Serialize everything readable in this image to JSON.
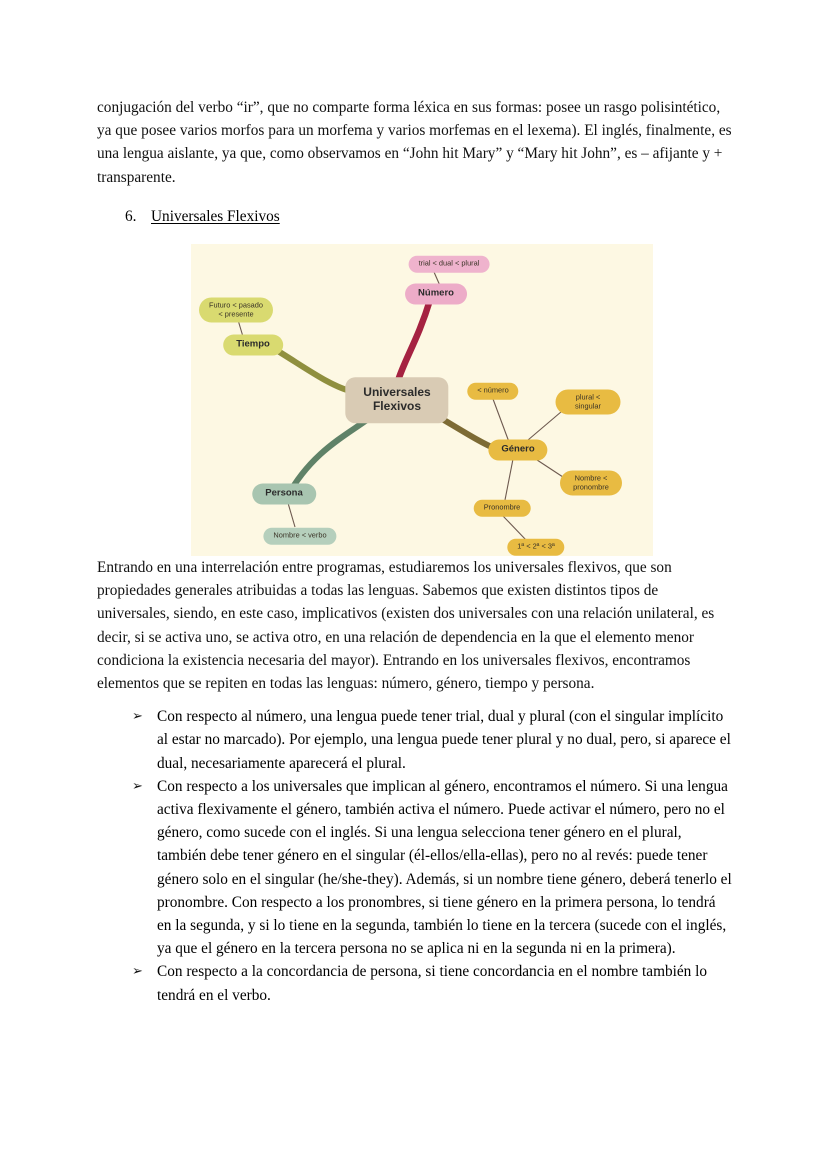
{
  "document": {
    "paragraph_1": "conjugación del verbo “ir”, que no comparte forma léxica en sus formas: posee un rasgo polisintético, ya que posee varios morfos para un morfema y varios morfemas en el lexema). El inglés, finalmente, es una lengua aislante, ya que, como observamos en “John hit Mary” y “Mary hit John”, es – afijante y + transparente.",
    "heading": {
      "number": "6.",
      "text": "Universales Flexivos"
    },
    "paragraph_2": "Entrando en una interrelación entre programas, estudiaremos los universales flexivos, que son propiedades generales atribuidas a todas las lenguas. Sabemos que existen distintos tipos de universales, siendo, en este caso, implicativos (existen dos universales con una relación unilateral, es decir, si se activa uno, se activa otro, en una relación de dependencia en la que el elemento menor condiciona la existencia necesaria del mayor). Entrando en los universales flexivos, encontramos elementos que se repiten en todas las lenguas: número, género, tiempo y persona.",
    "bullet_glyph": "➢",
    "bullets": [
      "Con respecto al número, una lengua puede tener trial, dual y plural (con el singular implícito al estar no marcado). Por ejemplo, una lengua puede tener plural y no dual, pero, si aparece el dual, necesariamente aparecerá el plural.",
      "Con respecto a los universales que implican al género, encontramos el número. Si una lengua activa flexivamente el género, también activa el número. Puede activar el número, pero no el género, como sucede con el inglés. Si una lengua selecciona tener género en el plural, también debe tener género en el singular (él-ellos/ella-ellas), pero no al revés: puede tener género solo en el singular (he/she-they). Además, si un nombre tiene género, deberá tenerlo el pronombre. Con respecto a los pronombres, si tiene género en la primera persona, lo tendrá en la segunda, y si lo tiene en la segunda, también lo tiene en la tercera (sucede con el inglés, ya que el género en la tercera persona no se aplica ni en la segunda ni en la primera).",
      "Con respecto a la concordancia de persona, si tiene concordancia en el nombre también lo tendrá en el verbo."
    ]
  },
  "mindmap": {
    "background_color": "#fdf8e3",
    "central": {
      "label": "Universales\nFlexivos",
      "color": "#d9cbb4"
    },
    "branches": [
      {
        "name": "numero",
        "label": "Número",
        "color": "#edacc8",
        "edge_color": "#a52241",
        "children": [
          {
            "label": "trial < dual < plural",
            "color": "#efb3cd"
          }
        ]
      },
      {
        "name": "tiempo",
        "label": "Tiempo",
        "color": "#d9da70",
        "edge_color": "#9a9a3c",
        "children": [
          {
            "label": "Futuro < pasado\n< presente",
            "color": "#d9da70"
          }
        ]
      },
      {
        "name": "genero",
        "label": "Género",
        "color": "#e8bb42",
        "edge_color": "#8c7a3a",
        "children": [
          {
            "label": "< número",
            "color": "#e8bb42"
          },
          {
            "label": "plural < singular",
            "color": "#e8bb42"
          },
          {
            "label": "Nombre < pronombre",
            "color": "#e8bb42"
          },
          {
            "label": "Pronombre",
            "color": "#e8bb42"
          },
          {
            "label": "1ª < 2ª < 3ª",
            "color": "#e8bb42"
          }
        ]
      },
      {
        "name": "persona",
        "label": "Persona",
        "color": "#a8c5b0",
        "edge_color": "#5f8268",
        "children": [
          {
            "label": "Nombre < verbo",
            "color": "#b5cfbc"
          }
        ]
      }
    ]
  }
}
